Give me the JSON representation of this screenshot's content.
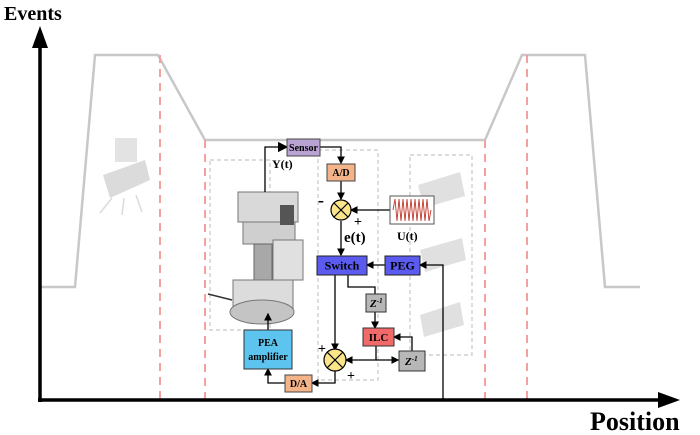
{
  "axes": {
    "y_label": "Events",
    "x_label": "Position"
  },
  "blocks": {
    "sensor": "Sensor",
    "ad": "A/D",
    "switch": "Switch",
    "peg": "PEG",
    "z_upper": "Z",
    "z_upper_sup": "-1",
    "ilc": "ILC",
    "z_lower": "Z",
    "z_lower_sup": "-1",
    "pea_line1": "PEA",
    "pea_line2": "amplifier",
    "da": "D/A"
  },
  "signals": {
    "y": "Y(t)",
    "e": "e(t)",
    "u": "U(t)",
    "minus": "-",
    "plus_top": "+",
    "plus_left": "+",
    "plus_bottom": "+"
  },
  "colors": {
    "sensor_fill": "#b9a3d3",
    "ad_fill": "#f4b48a",
    "switch_fill": "#5b5bef",
    "peg_fill": "#5b5bef",
    "z_fill": "#b7b7b7",
    "ilc_fill": "#f06a6a",
    "pea_fill": "#5cc4ee",
    "da_fill": "#f4b48a",
    "sum_fill": "#fbe58a",
    "profile_line": "#bdbdbd",
    "dashed_marker": "#f2a0a0",
    "waveform": "#c0392b"
  },
  "icons": [
    "crosshair-sum-icon",
    "sine-waveform-icon",
    "x-axis-arrow-icon",
    "y-axis-arrow-icon"
  ]
}
